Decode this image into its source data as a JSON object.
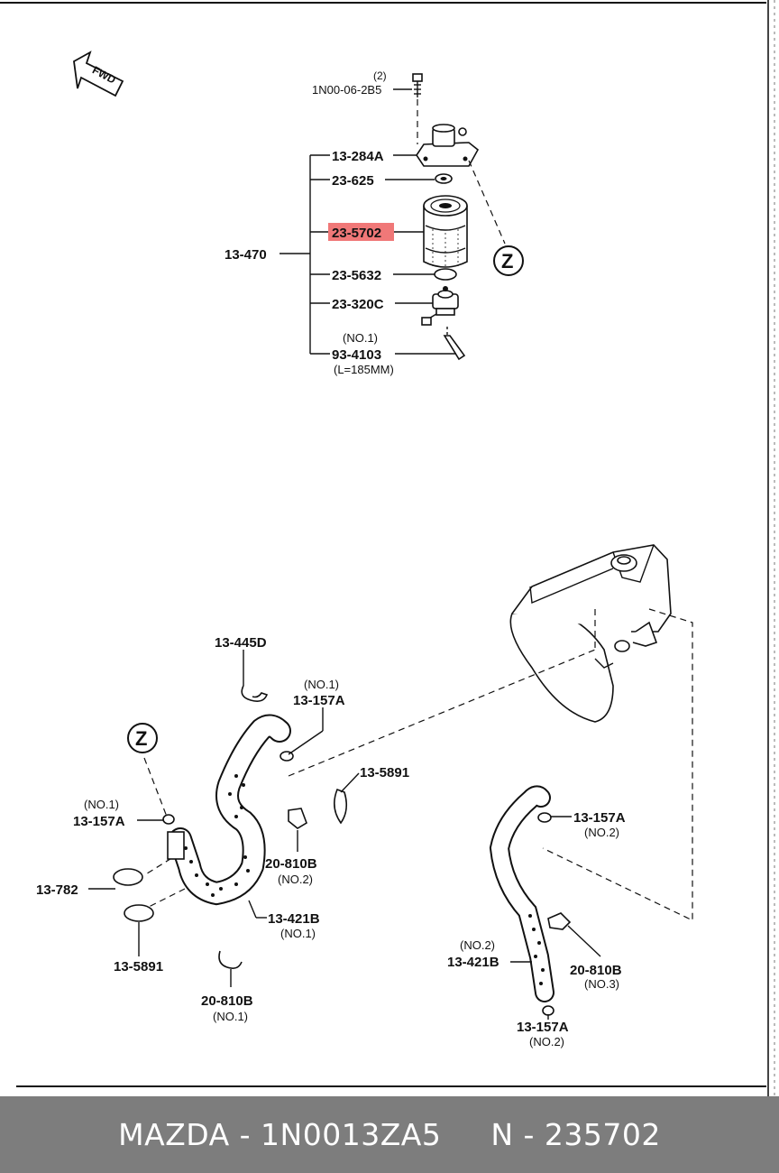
{
  "diagram": {
    "fwd_label": "FWD",
    "zone_marker": "Z",
    "highlight_color": "#f07878",
    "highlighted_part": "23-5702",
    "top_assembly": {
      "bolt_qty": "(2)",
      "bolt_code": "1N00-06-2B5",
      "assembly_code": "13-470",
      "parts": [
        "13-284A",
        "23-625",
        "23-5702",
        "23-5632",
        "23-320C"
      ],
      "hose_note": "(NO.1)",
      "hose_code": "93-4103",
      "hose_length": "(L=185MM)"
    },
    "lower_labels": {
      "clip_445d": "13-445D",
      "clamp_157a_top_note": "(NO.1)",
      "clamp_157a_top": "13-157A",
      "clamp_5891_mid": "13-5891",
      "clamp_157a_left_note": "(NO.1)",
      "clamp_157a_left": "13-157A",
      "bracket_810b_mid": "20-810B",
      "bracket_810b_mid_note": "(NO.2)",
      "clamp_782": "13-782",
      "hose_421b_left": "13-421B",
      "hose_421b_left_note": "(NO.1)",
      "clamp_5891_low": "13-5891",
      "bracket_810b_low": "20-810B",
      "bracket_810b_low_note": "(NO.1)",
      "clamp_157a_right": "13-157A",
      "clamp_157a_right_note": "(NO.2)",
      "hose_421b_right_note": "(NO.2)",
      "hose_421b_right": "13-421B",
      "bracket_810b_right": "20-810B",
      "bracket_810b_right_note": "(NO.3)",
      "clamp_157a_bottom": "13-157A",
      "clamp_157a_bottom_note": "(NO.2)"
    }
  },
  "footer": {
    "brand": "MAZDA",
    "part_number": "1N0013ZA5",
    "n_label": "N",
    "n_code": "235702",
    "text": "MAZDA - 1N0013ZA5     N - 235702"
  }
}
